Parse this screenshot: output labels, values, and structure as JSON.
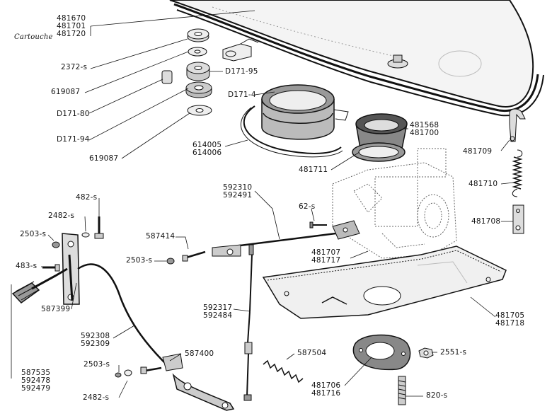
{
  "labels": {
    "cartouche": "Cartouche",
    "l481670": "481670",
    "l481701": "481701",
    "l481720": "481720",
    "l2372s": "2372-s",
    "l619087a": "619087",
    "lD171_95": "D171-95",
    "lD171_4": "D171-4",
    "lD171_80": "D171-80",
    "lD171_94": "D171-94",
    "l619087b": "619087",
    "l614005": "614005",
    "l614006": "614006",
    "l481568": "481568",
    "l481700": "481700",
    "l481711": "481711",
    "l481709": "481709",
    "l481710": "481710",
    "l481708": "481708",
    "l592310": "592310",
    "l592491": "592491",
    "l62s": "62-s",
    "l482s": "482-s",
    "l2482s_a": "2482-s",
    "l2503s_a": "2503-s",
    "l587414": "587414",
    "l2503s_b": "2503-s",
    "l483s": "483-s",
    "l481707": "481707",
    "l481717": "481717",
    "l481705": "481705",
    "l481718": "481718",
    "l587399": "587399",
    "l592317": "592317",
    "l592484": "592484",
    "l592308": "592308",
    "l592309": "592309",
    "l587400": "587400",
    "l587504": "587504",
    "l2551s": "2551-s",
    "l2503s_c": "2503-s",
    "l587535": "587535",
    "l592478": "592478",
    "l592479": "592479",
    "l2482s_b": "2482-s",
    "l481706": "481706",
    "l481716": "481716",
    "l820s": "820-s"
  }
}
